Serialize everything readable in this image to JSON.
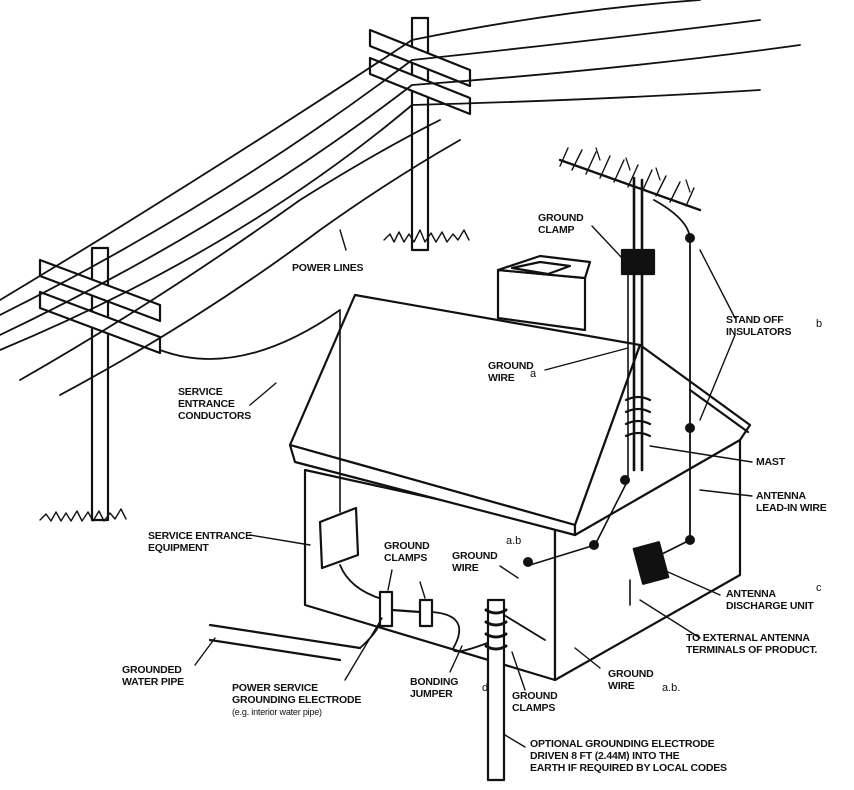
{
  "labels": {
    "power_lines": "POWER LINES",
    "service_conductors": [
      "SERVICE",
      "ENTRANCE",
      "CONDUCTORS"
    ],
    "ground_clamp_top": [
      "GROUND",
      "CLAMP"
    ],
    "standoff": [
      "STAND OFF",
      "INSULATORS"
    ],
    "ground_wire_roof": [
      "GROUND",
      "WIRE"
    ],
    "mast": "MAST",
    "lead_in": [
      "ANTENNA",
      "LEAD-IN WIRE"
    ],
    "service_equipment": [
      "SERVICE ENTRANCE",
      "EQUIPMENT"
    ],
    "ground_clamps_mid": [
      "GROUND",
      "CLAMPS"
    ],
    "ground_wire_wall": [
      "GROUND",
      "WIRE"
    ],
    "discharge_unit": [
      "ANTENNA",
      "DISCHARGE UNIT"
    ],
    "external_terminals": [
      "TO EXTERNAL ANTENNA",
      "TERMINALS OF PRODUCT."
    ],
    "water_pipe": [
      "GROUNDED",
      "WATER PIPE"
    ],
    "power_service_electrode": [
      "POWER SERVICE",
      "GROUNDING ELECTRODE"
    ],
    "electrode_example": "(e.g. interior water pipe)",
    "bonding_jumper": [
      "BONDING",
      "JUMPER"
    ],
    "ground_clamps_bottom": [
      "GROUND",
      "CLAMPS"
    ],
    "ground_wire_bottom": [
      "GROUND",
      "WIRE"
    ],
    "optional_electrode": [
      "OPTIONAL GROUNDING ELECTRODE",
      "DRIVEN 8 FT (2.44M) INTO THE",
      "EARTH IF REQUIRED BY LOCAL CODES"
    ]
  },
  "markers": {
    "a": "a",
    "b": "b",
    "ab": "a.b",
    "c": "c",
    "d": "d",
    "ab_bottom": "a.b."
  }
}
